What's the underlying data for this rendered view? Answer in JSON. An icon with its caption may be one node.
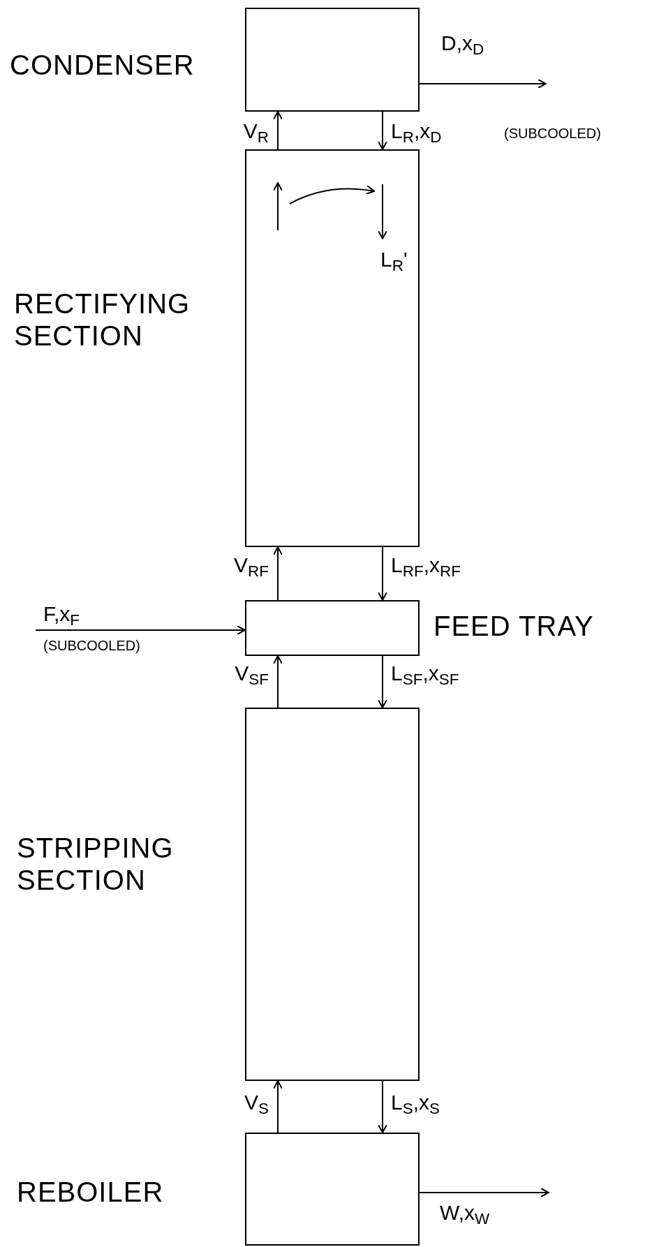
{
  "diagram": {
    "nodes": [
      {
        "text": [],
        "shape": "box",
        "beside": [
          "CONDENSER"
        ]
      },
      {
        "text": [],
        "shape": "box",
        "beside": [
          "RECTIFYING SECTION"
        ]
      },
      {
        "text": [],
        "shape": "box",
        "beside": [
          "FEED TRAY"
        ]
      },
      {
        "text": [],
        "shape": "box",
        "beside": [
          "STRIPPING SECTION"
        ]
      },
      {
        "text": [],
        "shape": "box",
        "beside": [
          "REBOILER"
        ]
      }
    ],
    "edges": [
      {
        "from": 0,
        "to": null,
        "arrow": "to",
        "label": "D,x$_{D}$"
      },
      {
        "from": 1,
        "to": 0,
        "arrow": "to",
        "label": "V$_{R}$"
      },
      {
        "from": 0,
        "to": 1,
        "arrow": "to",
        "label": "L$_{R}$,x$_{D}$"
      },
      {
        "from": 2,
        "to": 1,
        "arrow": "to",
        "label": "V$_{RF}$"
      },
      {
        "from": 1,
        "to": 2,
        "arrow": "to",
        "label": "L$_{RF}$,x$_{RF}$"
      },
      {
        "from": null,
        "to": 2,
        "arrow": "to",
        "label": "F,x$_{F}$"
      },
      {
        "from": 3,
        "to": 2,
        "arrow": "to",
        "label": "V$_{SF}$"
      },
      {
        "from": 2,
        "to": 3,
        "arrow": "to",
        "label": "L$_{SF}$,x$_{SF}$"
      },
      {
        "from": 4,
        "to": 3,
        "arrow": "to",
        "label": "V$_{S}$"
      },
      {
        "from": 3,
        "to": 4,
        "arrow": "to",
        "label": "L$_{S}$,x$_{S}$"
      },
      {
        "from": 4,
        "to": null,
        "arrow": "to",
        "label": "W,x$_{W}$"
      }
    ],
    "labels": [
      "(SUBCOOLED)",
      "(SUBCOOLED)",
      "L$_{R}$'"
    ]
  }
}
